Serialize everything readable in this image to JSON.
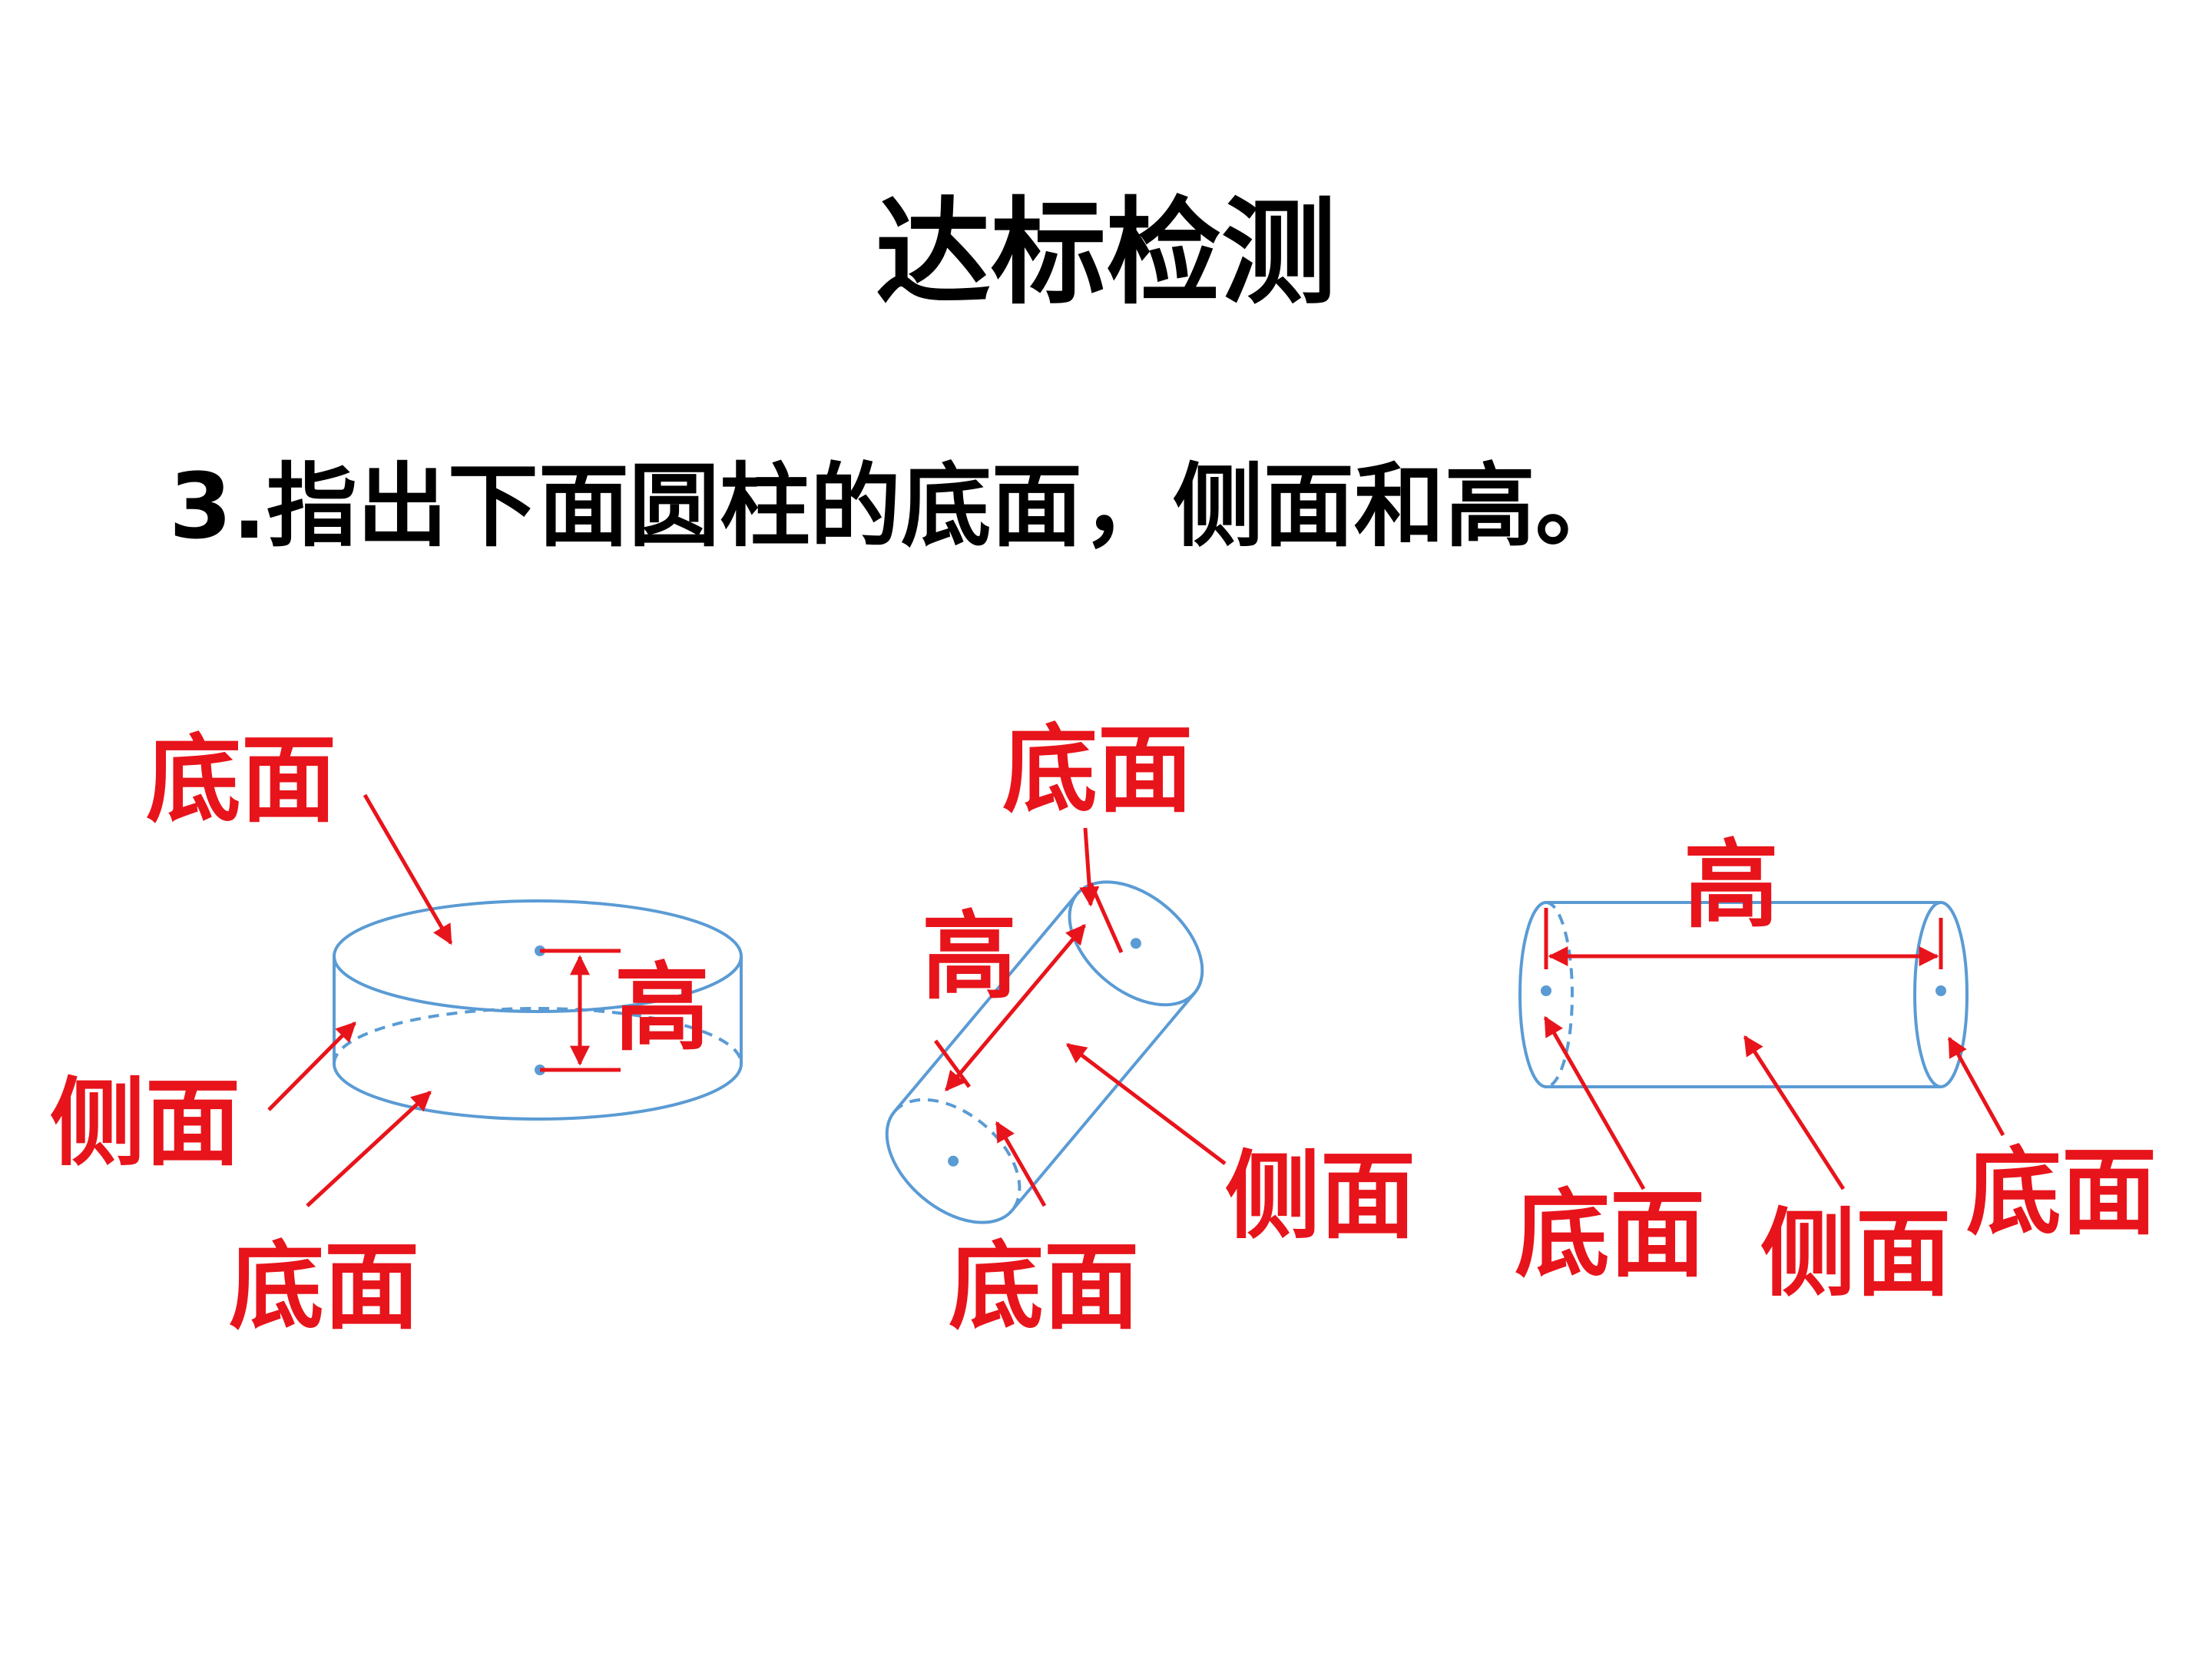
{
  "title": "达标检测",
  "question": "3.指出下面圆柱的底面，侧面和高。",
  "colors": {
    "label": "#e8141b",
    "cylinder_stroke": "#5a9bd4",
    "text": "#000000",
    "background": "#ffffff"
  },
  "figures": [
    {
      "labels": {
        "top_base": "底面",
        "height": "高",
        "side": "侧面",
        "bottom_base": "底面"
      }
    },
    {
      "labels": {
        "top_base": "底面",
        "height": "高",
        "side": "侧面",
        "bottom_base": "底面"
      }
    },
    {
      "labels": {
        "height": "高",
        "left_base": "底面",
        "side": "侧面",
        "right_base": "底面"
      }
    }
  ]
}
